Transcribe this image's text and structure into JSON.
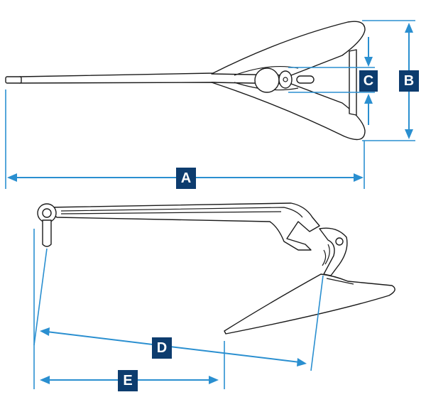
{
  "dimensions": {
    "a": {
      "label": "A"
    },
    "b": {
      "label": "B"
    },
    "c": {
      "label": "C"
    },
    "d": {
      "label": "D"
    },
    "e": {
      "label": "E"
    }
  },
  "colors": {
    "accent": "#2a8fd0",
    "badge": "#0d3c6e",
    "outline": "#1a1a1a"
  }
}
